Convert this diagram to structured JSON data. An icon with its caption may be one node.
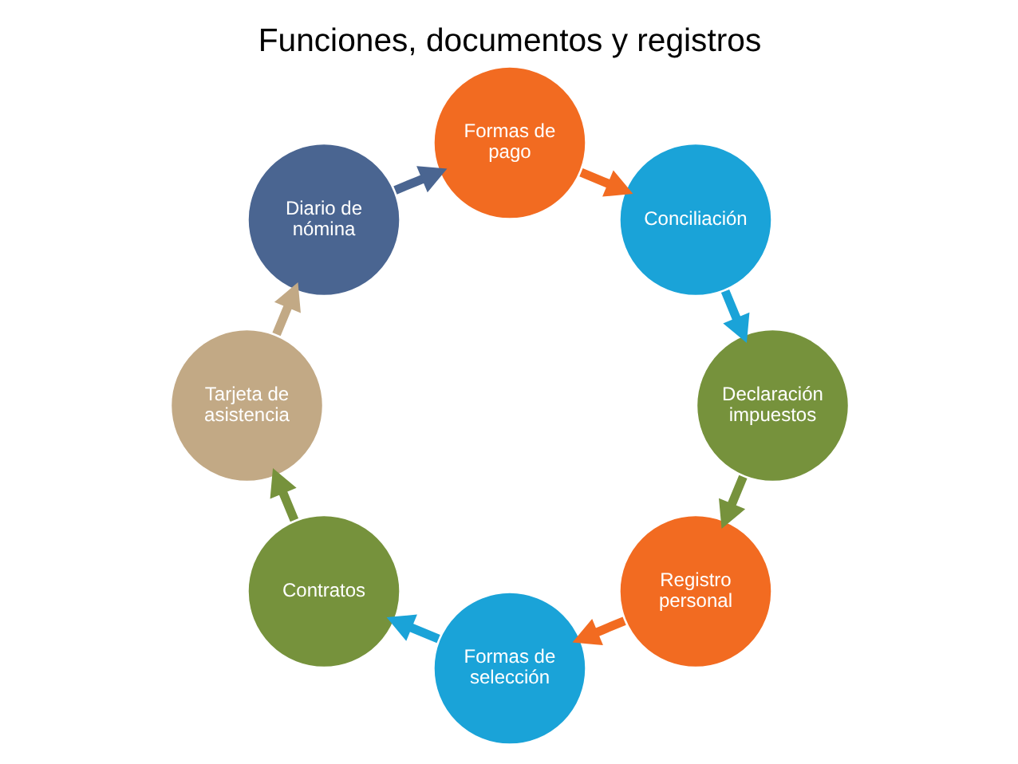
{
  "diagram": {
    "title": "Funciones, documentos y registros",
    "nodes": [
      {
        "text": [
          "Registro personal"
        ]
      },
      {
        "text": [
          "Formas de selección"
        ]
      },
      {
        "text": [
          "Contratos"
        ]
      },
      {
        "text": [
          "Tarjeta de asistencia"
        ]
      },
      {
        "text": [
          "Diario de nómina"
        ]
      },
      {
        "text": [
          "Formas de pago"
        ]
      },
      {
        "text": [
          "Conciliación"
        ]
      },
      {
        "text": [
          "Declaración impuestos"
        ]
      }
    ],
    "edges": [
      {
        "from": 0,
        "to": 1,
        "arrow": "to",
        "color": "#f26b21"
      },
      {
        "from": 1,
        "to": 2,
        "arrow": "to",
        "color": "#1aa3d8"
      },
      {
        "from": 2,
        "to": 3,
        "arrow": "to",
        "color": "#76923c"
      },
      {
        "from": 3,
        "to": 4,
        "arrow": "to",
        "color": "#c2a985"
      },
      {
        "from": 4,
        "to": 5,
        "arrow": "to",
        "color": "#4a6591"
      },
      {
        "from": 5,
        "to": 6,
        "arrow": "to",
        "color": "#f26b21"
      },
      {
        "from": 6,
        "to": 7,
        "arrow": "to",
        "color": "#1aa3d8"
      },
      {
        "from": 7,
        "to": 0,
        "arrow": "to",
        "color": "#76923c"
      }
    ]
  }
}
